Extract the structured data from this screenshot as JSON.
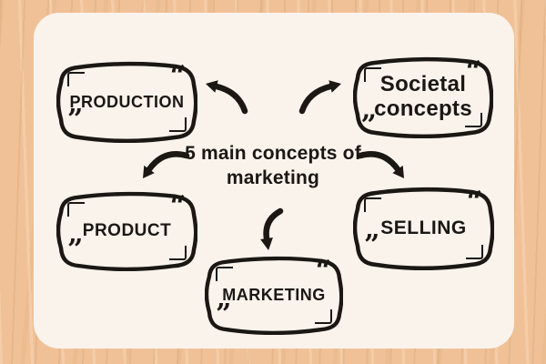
{
  "title": "5 main concepts of marketing",
  "colors": {
    "background": "#f0c197",
    "card": "#faf3ec",
    "ink": "#1b1713"
  },
  "glyphs": {
    "open_quote": "“",
    "close_quote": "”",
    "low_quote": "„"
  },
  "boxes": [
    {
      "id": "production",
      "label": "PRODUCTION",
      "open": "“",
      "close": "”"
    },
    {
      "id": "societal",
      "label": "Societal concepts",
      "open": "“",
      "close": "„"
    },
    {
      "id": "product",
      "label": "PRODUCT",
      "open": "“",
      "close": "”"
    },
    {
      "id": "selling",
      "label": "SELLING",
      "open": "“",
      "close": "”"
    },
    {
      "id": "marketing",
      "label": "MARKETING",
      "open": "“",
      "close": "”"
    }
  ],
  "connections": [
    {
      "from": "center-title",
      "to": "production",
      "direction": "up-left"
    },
    {
      "from": "center-title",
      "to": "societal",
      "direction": "up-right"
    },
    {
      "from": "center-title",
      "to": "product",
      "direction": "down-left"
    },
    {
      "from": "center-title",
      "to": "selling",
      "direction": "down-right"
    },
    {
      "from": "center-title",
      "to": "marketing",
      "direction": "down"
    }
  ]
}
